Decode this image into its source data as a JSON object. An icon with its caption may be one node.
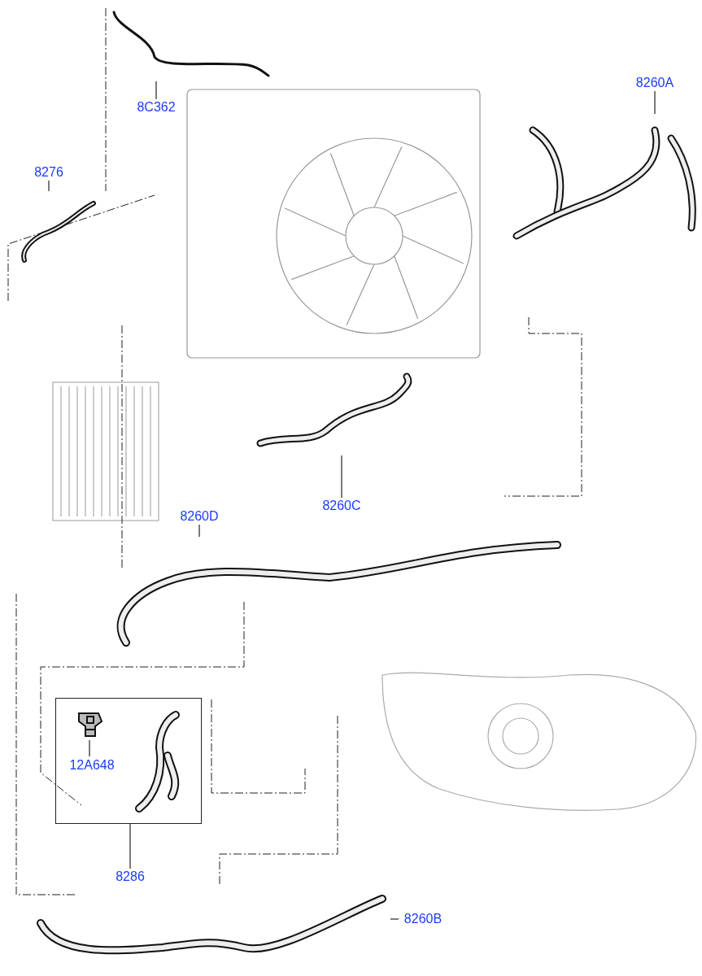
{
  "diagram": {
    "nodes": [
      {
        "text": [
          "8C362"
        ]
      },
      {
        "text": [],
        "shape": "picture"
      },
      {
        "text": [
          "8276"
        ]
      },
      {
        "text": [],
        "shape": "picture"
      },
      {
        "text": [
          "8260A"
        ]
      },
      {
        "text": [],
        "shape": "picture"
      },
      {
        "text": [
          "8260C"
        ]
      },
      {
        "text": [],
        "shape": "picture"
      },
      {
        "text": [
          "8260D"
        ]
      },
      {
        "text": [],
        "shape": "picture"
      },
      {
        "text": [],
        "shape": "box"
      },
      {
        "text": [],
        "shape": "picture",
        "in": 10
      },
      {
        "text": [
          "12A648"
        ],
        "in": 10
      },
      {
        "text": [],
        "shape": "picture",
        "in": 10
      },
      {
        "text": [
          "8286"
        ]
      },
      {
        "text": [
          "8260B"
        ]
      },
      {
        "text": [],
        "shape": "picture"
      }
    ],
    "edges": [
      {
        "from": 0,
        "to": 1,
        "arrow": "none"
      },
      {
        "from": 2,
        "to": 3,
        "arrow": "none"
      },
      {
        "from": 4,
        "to": 5,
        "arrow": "none"
      },
      {
        "from": 6,
        "to": 7,
        "arrow": "none"
      },
      {
        "from": 8,
        "to": 9,
        "arrow": "none"
      },
      {
        "from": 12,
        "to": 11,
        "arrow": "none"
      },
      {
        "from": 14,
        "to": 10,
        "arrow": "none"
      },
      {
        "from": 15,
        "to": 16,
        "arrow": "none"
      }
    ]
  }
}
